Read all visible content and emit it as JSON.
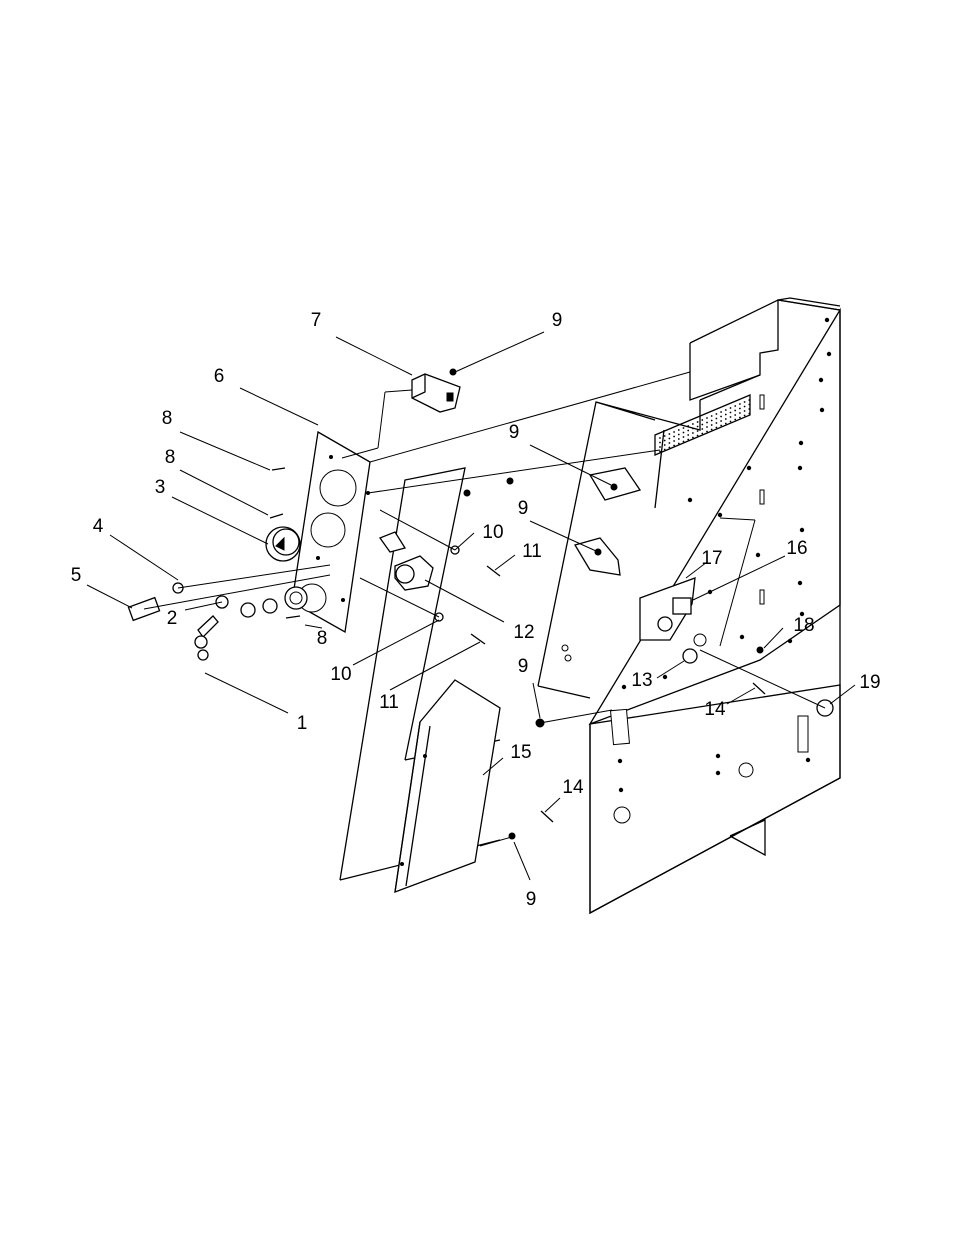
{
  "callouts": [
    {
      "id": "c1",
      "text": "1"
    },
    {
      "id": "c2",
      "text": "2"
    },
    {
      "id": "c3",
      "text": "3"
    },
    {
      "id": "c4",
      "text": "4"
    },
    {
      "id": "c5",
      "text": "5"
    },
    {
      "id": "c6",
      "text": "6"
    },
    {
      "id": "c7",
      "text": "7"
    },
    {
      "id": "c8a",
      "text": "8"
    },
    {
      "id": "c8b",
      "text": "8"
    },
    {
      "id": "c8c",
      "text": "8"
    },
    {
      "id": "c9a",
      "text": "9"
    },
    {
      "id": "c9b",
      "text": "9"
    },
    {
      "id": "c9c",
      "text": "9"
    },
    {
      "id": "c9d",
      "text": "9"
    },
    {
      "id": "c9e",
      "text": "9"
    },
    {
      "id": "c10a",
      "text": "10"
    },
    {
      "id": "c10b",
      "text": "10"
    },
    {
      "id": "c11a",
      "text": "11"
    },
    {
      "id": "c11b",
      "text": "11"
    },
    {
      "id": "c12",
      "text": "12"
    },
    {
      "id": "c13",
      "text": "13"
    },
    {
      "id": "c14a",
      "text": "14"
    },
    {
      "id": "c14b",
      "text": "14"
    },
    {
      "id": "c15",
      "text": "15"
    },
    {
      "id": "c16",
      "text": "16"
    },
    {
      "id": "c17",
      "text": "17"
    },
    {
      "id": "c18",
      "text": "18"
    },
    {
      "id": "c19",
      "text": "19"
    }
  ]
}
